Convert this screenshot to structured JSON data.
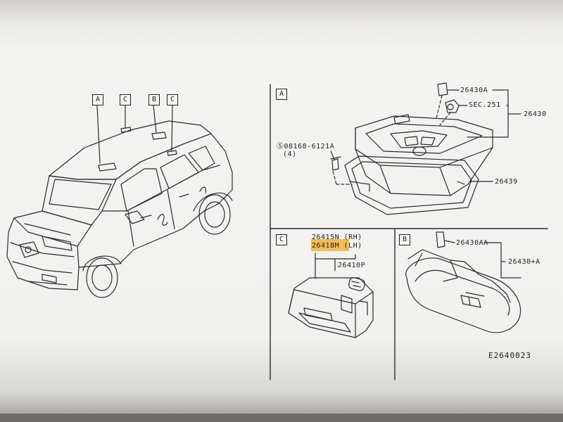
{
  "view_tags": [
    "A",
    "C",
    "B",
    "C"
  ],
  "panels": {
    "a": {
      "tag": "A",
      "labels": {
        "p26430a": "26430A",
        "sec251": "SEC.251",
        "p26430": "26430",
        "bolt": "Ⓢ08168-6121A",
        "bolt_qty": "(4)",
        "p26439": "26439"
      }
    },
    "c": {
      "tag": "C",
      "labels": {
        "rh": "26415N (RH)",
        "lh": "26418M (LH)",
        "p26410p": "26410P"
      }
    },
    "b": {
      "tag": "B",
      "labels": {
        "p26430aa": "26430AA",
        "p26430plus": "26430+A"
      }
    }
  },
  "diagram_code": "E2640023",
  "colors": {
    "highlight": "#f2b33a",
    "ink": "#222222",
    "paper": "#f3f3f1"
  }
}
